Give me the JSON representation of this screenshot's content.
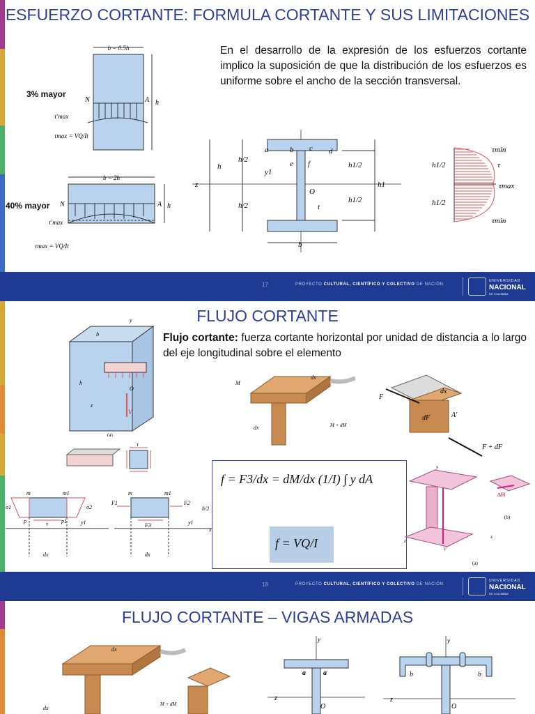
{
  "colors": {
    "title": "#2f3f96",
    "band": "#1f3a93",
    "diagram_fill": "#b9d3ee",
    "shear_lines": "#e0555c",
    "wood": "#c98a52"
  },
  "slide1": {
    "title": "ESFUERZO CORTANTE: FORMULA CORTANTE Y SUS LIMITACIONES",
    "paragraph": "En el desarrollo de la expresión de los esfuerzos cortante implico la suposición de que la distribución de los esfuerzos es uniforme sobre el ancho de la sección transversal.",
    "label_top": "3% mayor",
    "label_bottom": "40% mayor",
    "page_number": "17",
    "fig_top": {
      "b": "b = 0.5h",
      "h": "h",
      "N": "N",
      "A": "A",
      "tau_prime": "τ′max",
      "tau_max": "τmax = VQ/It"
    },
    "fig_bottom": {
      "b": "b = 2h",
      "h": "h",
      "N": "N",
      "A": "A",
      "tau_prime": "τ′max",
      "tau_max": "τmax = VQ/It"
    },
    "ibeam": {
      "a": "a",
      "b": "b",
      "c": "c",
      "d": "d",
      "e": "e",
      "f": "f",
      "y1": "y1",
      "O": "O",
      "t": "t",
      "z": "z",
      "h": "h",
      "h2": "h/2",
      "h12": "h1/2",
      "h1": "h1",
      "bw": "b"
    },
    "dist": {
      "tmin_top": "τmin",
      "tau": "τ",
      "tmax": "τmax",
      "tmin_bot": "τmin",
      "h12": "h1/2"
    }
  },
  "slide2": {
    "title": "FLUJO CORTANTE",
    "def_bold": "Flujo cortante:",
    "def_text": " fuerza cortante horizontal por unidad de distancia a lo largo del eje longitudinal sobre el elemento",
    "page_number": "18",
    "formula1": "f = F3/dx = dM/dx (1/I) ∫ y dA",
    "formula2": "f = VQ/I",
    "labels": {
      "M": "M",
      "MdM": "M + dM",
      "dx": "dx",
      "F": "F",
      "FdF": "F + dF",
      "dF": "dF",
      "Aprime": "A′",
      "V": "V",
      "b": "b",
      "h": "h",
      "O": "O",
      "z": "z",
      "y": "y",
      "a": "(a)",
      "bb": "(b)",
      "dH": "ΔH",
      "tau": "τ",
      "sigma1": "σ1",
      "sigma2": "σ2",
      "F1": "F1",
      "F2": "F2",
      "F3": "F3",
      "m": "m",
      "m1": "m1",
      "p": "p",
      "p1": "p1",
      "y1": "y1",
      "h2": "h/2",
      "x": "x"
    }
  },
  "slide3": {
    "title": "FLUJO CORTANTE – VIGAS ARMADAS",
    "labels": {
      "dx": "dx",
      "MdM": "M + dM",
      "y": "y",
      "z": "z",
      "O": "O",
      "a": "a",
      "b": "b"
    }
  },
  "footer": {
    "prefix": "PROYECTO ",
    "bold": "CULTURAL, CIENTÍFICO Y COLECTIVO",
    "suffix": " DE NACIÓN",
    "uni_top": "UNIVERSIDAD",
    "uni_mid": "NACIONAL",
    "uni_bot": "DE COLOMBIA"
  }
}
